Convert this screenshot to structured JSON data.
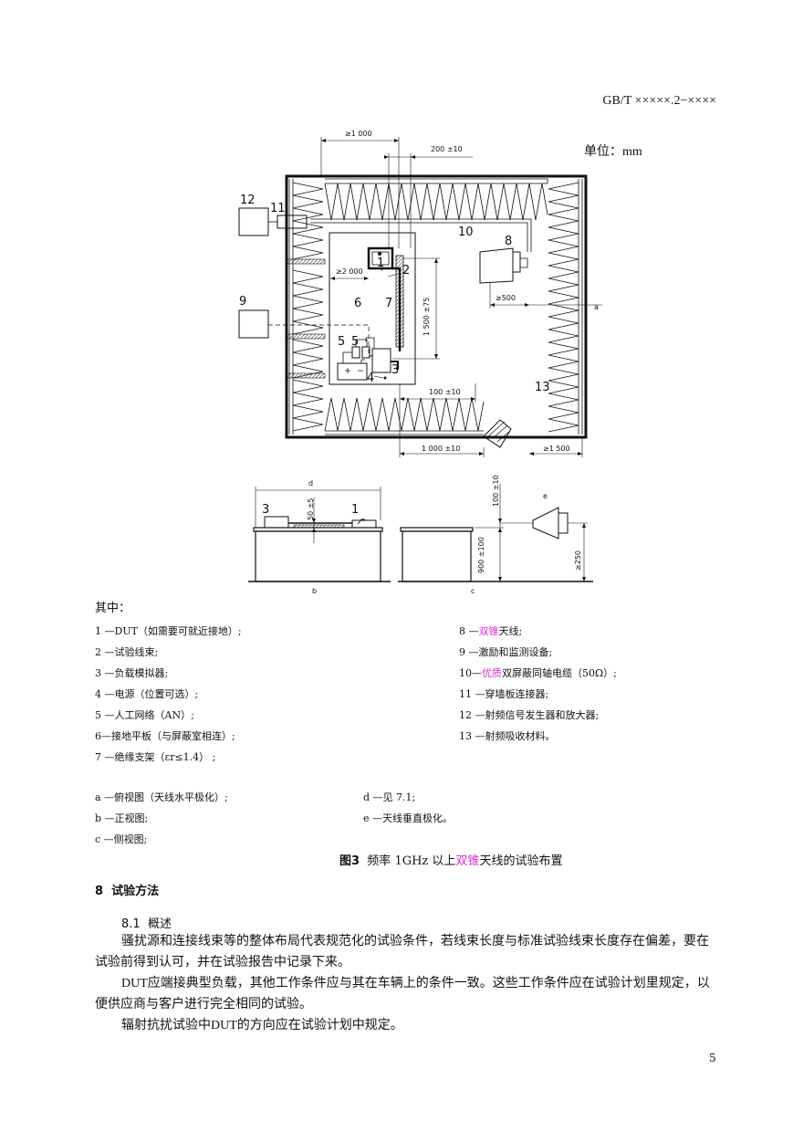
{
  "header": {
    "standard": "GB/T  ×××××.2−××××"
  },
  "figure": {
    "unit_label": "单位：mm",
    "dims": {
      "d_ge1000": "≥1 000",
      "d_200": "200 ±10",
      "d_ge2000": "≥2 000",
      "d_1500": "1 500 ±75",
      "d_ge500": "≥500",
      "d_100": "100 ±10",
      "d_1000": "1 000 ±10",
      "d_ge1500": "≥1 500",
      "d_50": "50 ±5",
      "d_100v": "100 ±10",
      "d_900": "900 ±100",
      "d_ge250": "≥250"
    },
    "labels": {
      "n1": "1",
      "n2": "2",
      "n3": "3",
      "n4": "4",
      "n5a": "5",
      "n5b": "5",
      "n6": "6",
      "n7": "7",
      "n8": "8",
      "n9": "9",
      "n10": "10",
      "n11": "11",
      "n12": "12",
      "n13": "13",
      "v3": "3",
      "v1": "1",
      "a": "a",
      "b": "b",
      "c": "c",
      "d": "d",
      "e": "e"
    }
  },
  "legend": {
    "intro": "其中：",
    "left": [
      "1 —DUT（如需要可就近接地）;",
      "2 —试验线束;",
      "3 —负载模拟器;",
      "4 —电源（位置可选）;",
      "5 —人工网络（AN）;",
      "6—接地平板（与屏蔽室相连）;",
      "7 —绝缘支架（εr≤1.4）  ;"
    ],
    "right8_pre": "8 —",
    "right8_hl": "双锥",
    "right8_post": "天线;",
    "right9": "9 —激励和监测设备;",
    "right10_pre": "10—",
    "right10_hl": "优质",
    "right10_post": "双屏蔽同轴电缆（50Ω）;",
    "right11": "11 —穿墙板连接器;",
    "right12": "12 —射频信号发生器和放大器;",
    "right13": "13 —射频吸收材料。",
    "notes_left": [
      "a —俯视图（天线水平极化）;",
      "b —正视图;",
      "c —侧视图;"
    ],
    "notes_right": [
      "d —见 7.1;",
      "e —天线垂直极化。"
    ]
  },
  "caption": {
    "num": "图3",
    "pre": "  频率 1GHz 以上",
    "hl": "双锥",
    "post": "天线的试验布置"
  },
  "section": {
    "title": "8  试验方法",
    "sub": "8.1  概述",
    "paras": [
      "骚扰源和连接线束等的整体布局代表规范化的试验条件，若线束长度与标准试验线束长度存在偏差，要在试验前得到认可，并在试验报告中记录下来。",
      "DUT应端接典型负载，其他工作条件应与其在车辆上的条件一致。这些工作条件应在试验计划里规定，以便供应商与客户进行完全相同的试验。",
      "辐射抗扰试验中DUT的方向应在试验计划中规定。"
    ]
  },
  "page_number": "5",
  "colors": {
    "highlight": "#e32bd6"
  }
}
